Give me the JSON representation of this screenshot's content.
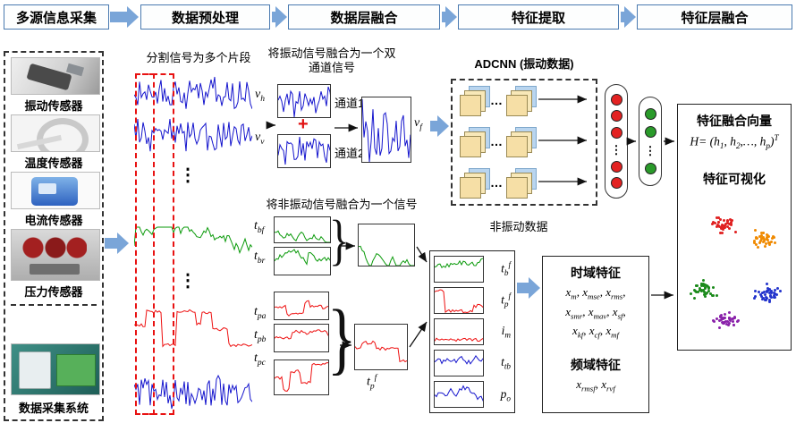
{
  "pipeline": {
    "steps": [
      "多源信息采集",
      "数据预处理",
      "数据层融合",
      "特征提取",
      "特征层融合"
    ]
  },
  "sensors": {
    "items": [
      {
        "label": "振动传感器"
      },
      {
        "label": "温度传感器"
      },
      {
        "label": "电流传感器"
      },
      {
        "label": "压力传感器"
      },
      {
        "label": "数据采集系统"
      }
    ]
  },
  "labels": {
    "segment_note": "分割信号为多个片段",
    "fuse_vib_note": "将振动信号融合为一个双通道信号",
    "fuse_nonvib_note": "将非振动信号融合为一个信号",
    "adcnn_title": "ADCNN (振动数据)",
    "nonvib_title": "非振动数据",
    "channel1": "通道1",
    "channel2": "通道2",
    "plus": "+",
    "brace": "}",
    "dots_v": "⋮",
    "dots_h": "…",
    "v_h": "v_{h}",
    "v_v": "v_{v}",
    "v_f": "v_{f}",
    "t_bf": "t_{bf}",
    "t_br": "t_{br}",
    "t_pa": "t_{pa}",
    "t_pb": "t_{pb}",
    "t_pc": "t_{pc}",
    "t_b_f": "t_{b}^{f}",
    "t_p_f": "t_{p}^{f}",
    "i_m": "i_{m}",
    "t_tb": "t_{tb}",
    "p_o": "p_{o}"
  },
  "stack_rows": [
    {
      "label": "t_{b}^{f}"
    },
    {
      "label": "t_{p}^{f}"
    },
    {
      "label": "i_{m}"
    },
    {
      "label": "t_{tb}"
    },
    {
      "label": "p_{o}"
    }
  ],
  "features": {
    "time_title": "时域特征",
    "time_lines": [
      "x_{m}, x_{mse}, x_{rms},",
      "x_{smr}, x_{mav}, x_{sf},",
      "x_{kf}, x_{cf}, x_{mf}"
    ],
    "freq_title": "频域特征",
    "freq_line": "x_{rmsf}, x_{rvf}"
  },
  "fusion": {
    "title": "特征融合向量",
    "formula": "H= (h_{1}, h_{2},…, h_{p})^{T}",
    "viz_title": "特征可视化"
  },
  "colors": {
    "arrow_blue": "#7aa5d8",
    "dashed_red": "#e81212",
    "blue_signal": "#1515cd",
    "green_signal": "#0a9a0a",
    "red_signal": "#ee1111",
    "neuron_red": "#e32222",
    "neuron_green": "#2a9a2a",
    "cluster_colors": [
      "#e02020",
      "#f08a00",
      "#1a8a1a",
      "#2233cc",
      "#8a22aa"
    ]
  }
}
